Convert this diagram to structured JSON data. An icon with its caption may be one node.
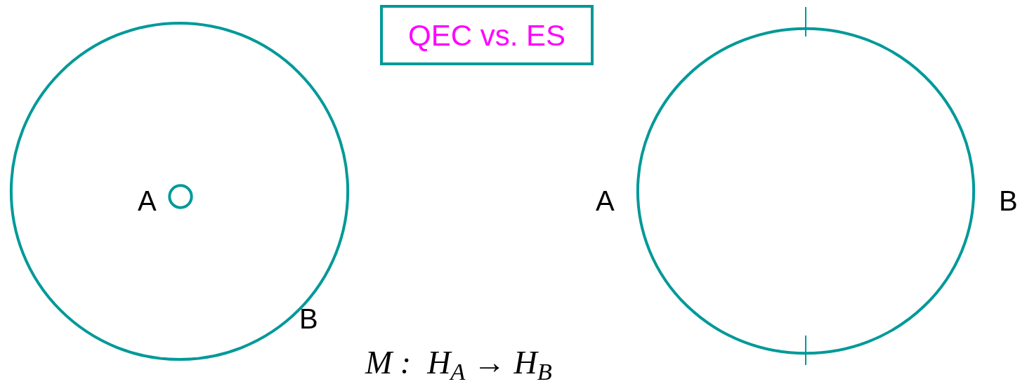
{
  "diagram": {
    "nodes": [
      {
        "text": [
          "QEC vs. ES"
        ]
      },
      {
        "text": [],
        "shape": "circle"
      },
      {
        "text": [],
        "shape": "circle",
        "in": 1
      },
      {
        "text": [],
        "shape": "circle"
      }
    ],
    "labels": [
      "A",
      "B",
      "A",
      "B",
      "M :  H$_{A}$ → H$_{B}$"
    ]
  }
}
